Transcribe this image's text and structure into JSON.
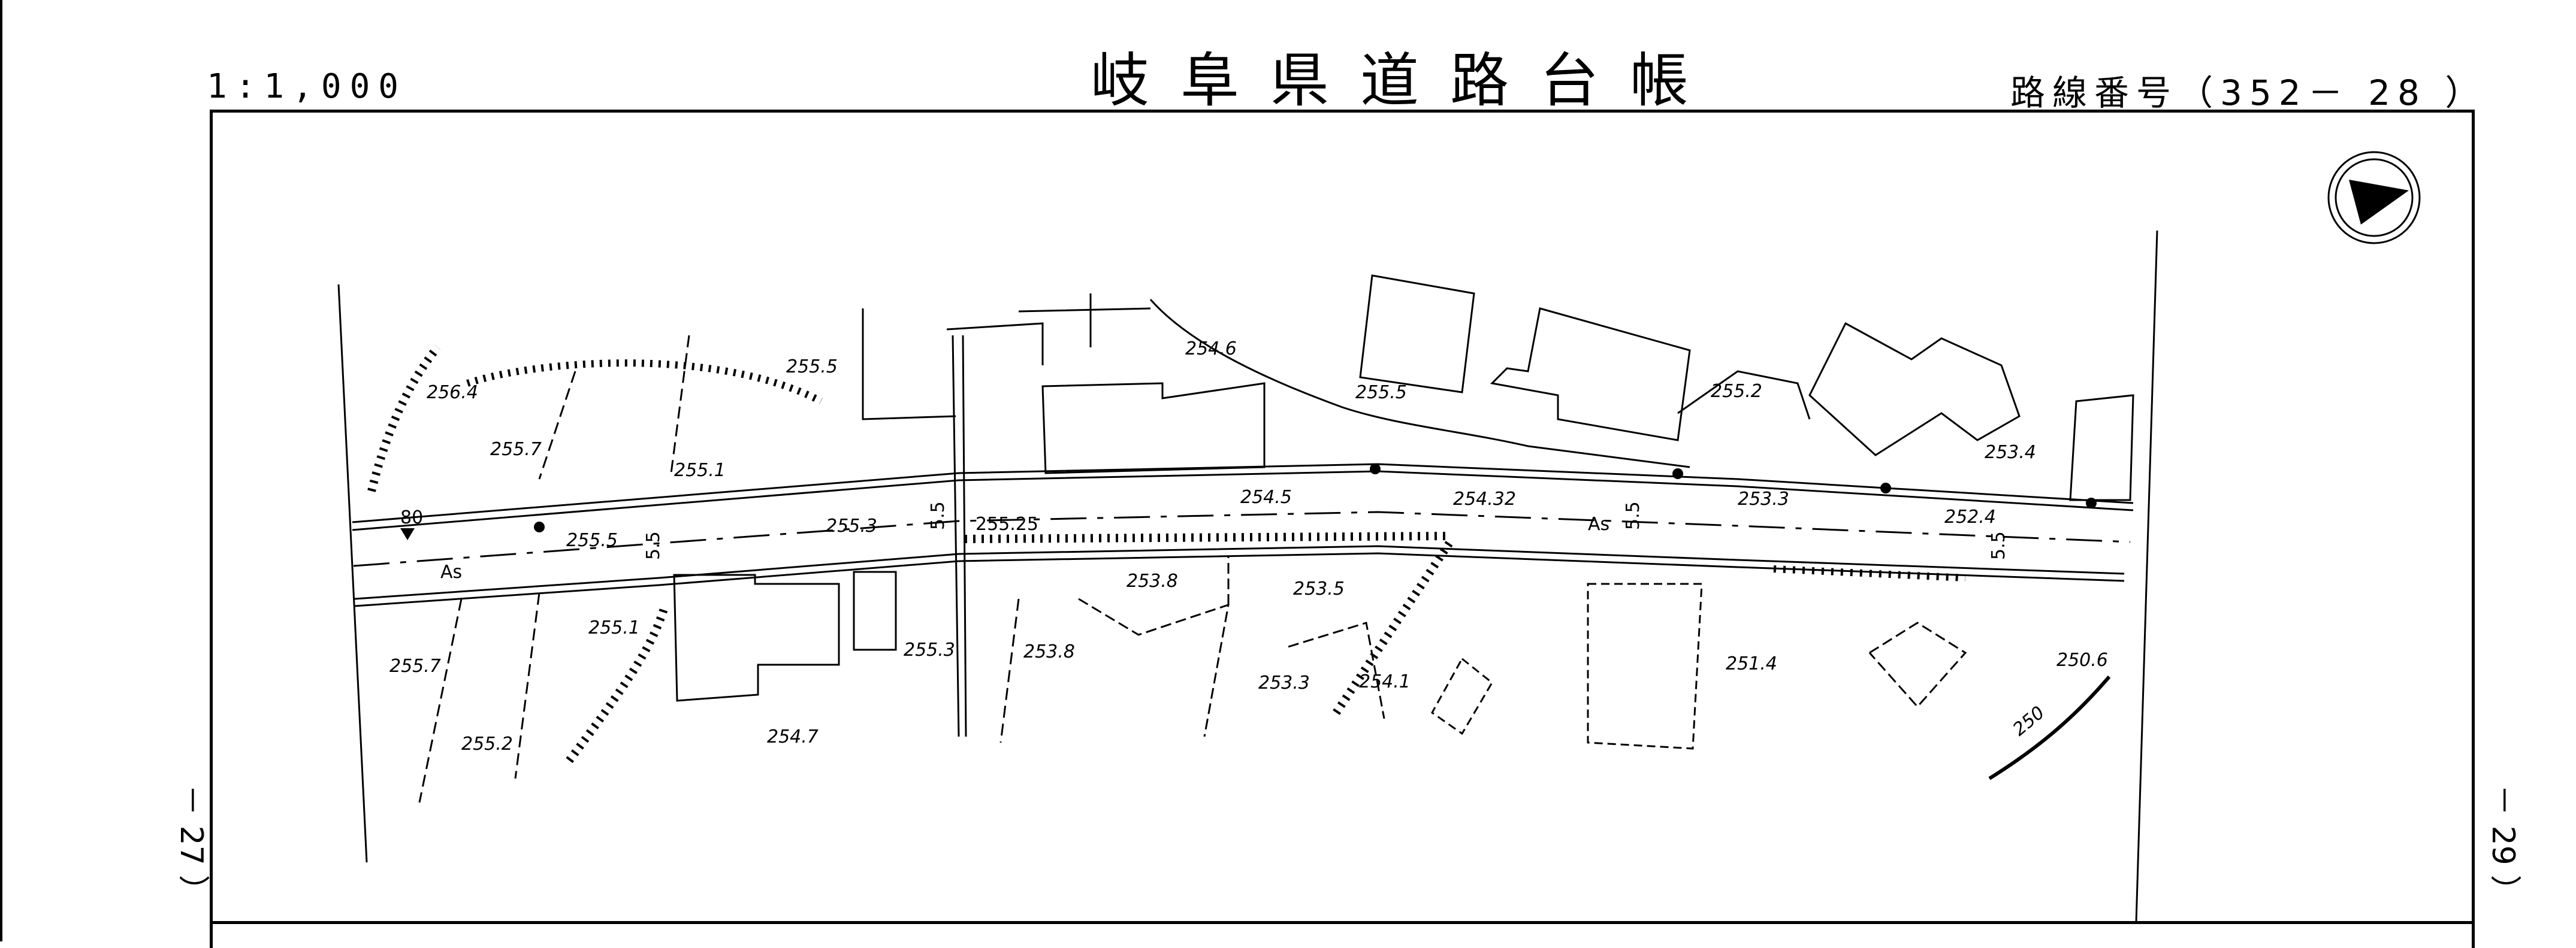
{
  "header": {
    "scale": "1:1,000",
    "title": "岐阜県道路台帳",
    "route_number": "路線番号（352－ 28 ）"
  },
  "side": {
    "left_sheet": "－ 27 ）",
    "right_sheet": "－ 29 ）"
  },
  "map": {
    "pavement_label_1": "As",
    "pavement_label_2": "As",
    "road_marker": "80",
    "widths": [
      "5.5",
      "5.5",
      "5.5",
      "5.5"
    ],
    "elevations": [
      "256.4",
      "255.7",
      "255.5",
      "255.1",
      "255.5",
      "255.3",
      "255.25",
      "254.6",
      "255.5",
      "254.5",
      "254.32",
      "255.2",
      "253.3",
      "252.4",
      "253.4",
      "255.1",
      "255.7",
      "255.2",
      "255.3",
      "254.7",
      "253.8",
      "253.8",
      "253.5",
      "253.3",
      "254.1",
      "251.4",
      "250.6",
      "250"
    ],
    "north_arrow": "north-arrow"
  }
}
